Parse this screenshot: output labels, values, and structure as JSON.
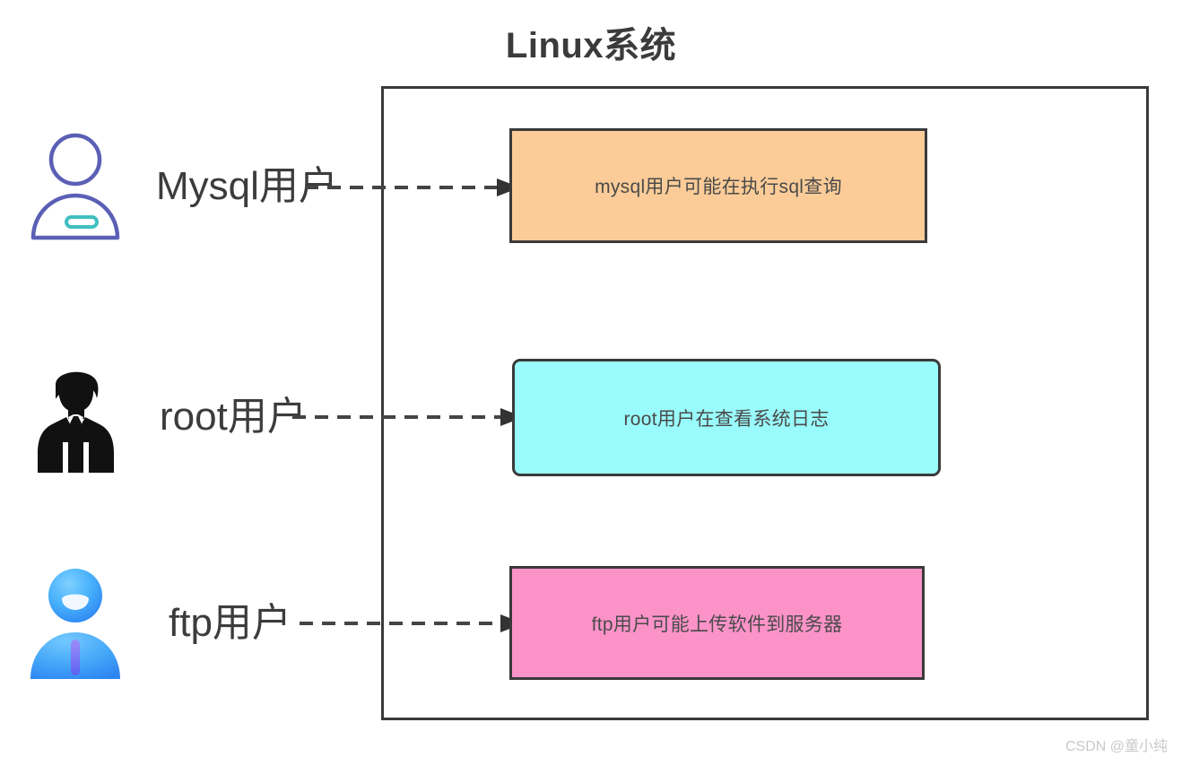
{
  "diagram": {
    "title": "Linux系统",
    "type": "block-diagram",
    "colors": {
      "container_border": "#3a3a3a",
      "title_text": "#3b3b3b",
      "label_text": "#3c3c3c",
      "box_text": "#4a4a4a",
      "connector": "#444444",
      "box_mysql_fill": "#fbcc98",
      "box_root_fill": "#99fbfb",
      "box_ftp_fill": "#fc93c8",
      "icon_mysql_outline": "#5b5fb5",
      "icon_mysql_accent": "#3fbfc0",
      "icon_root_fill": "#111111",
      "icon_ftp_fill": "#3c9df6",
      "icon_ftp_accent": "#7b5cf0",
      "watermark": "#c9c9c9"
    }
  },
  "container": {
    "name": "linux-system-container"
  },
  "rows": [
    {
      "id": "mysql",
      "icon_name": "user-outline-icon",
      "actor_label": "Mysql用户",
      "connector_name": "dashed-arrow-mysql",
      "box_label": "mysql用户可能在执行sql查询"
    },
    {
      "id": "root",
      "icon_name": "businessman-silhouette-icon",
      "actor_label": "root用户",
      "connector_name": "dashed-arrow-root",
      "box_label": "root用户在查看系统日志"
    },
    {
      "id": "ftp",
      "icon_name": "user-avatar-blue-icon",
      "actor_label": "ftp用户",
      "connector_name": "dashed-arrow-ftp",
      "box_label": "ftp用户可能上传软件到服务器"
    }
  ],
  "watermark": {
    "text": "CSDN @童小纯"
  }
}
